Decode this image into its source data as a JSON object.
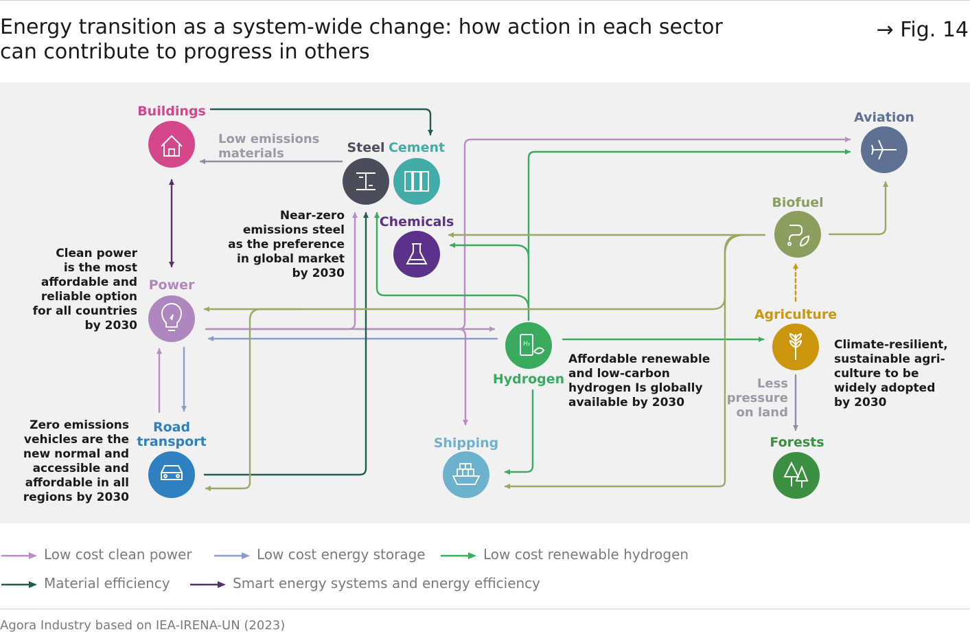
{
  "header": {
    "title_line1": "Energy transition as a system-wide change: how action in each sector",
    "title_line2": "can contribute to progress in others",
    "figure_ref": "→ Fig. 14"
  },
  "nodes": {
    "buildings": "Buildings",
    "steel": "Steel",
    "cement": "Cement",
    "chemicals": "Chemicals",
    "power": "Power",
    "road_transport_line1": "Road",
    "road_transport_line2": "transport",
    "hydrogen": "Hydrogen",
    "shipping": "Shipping",
    "aviation": "Aviation",
    "biofuel": "Biofuel",
    "agriculture": "Agriculture",
    "forests": "Forests"
  },
  "edge_labels": {
    "low_emissions_line1": "Low emissions",
    "low_emissions_line2": "materials",
    "less_pressure_line1": "Less",
    "less_pressure_line2": "pressure",
    "less_pressure_line3": "on land"
  },
  "notes": {
    "clean_power": [
      "Clean power",
      "is the most",
      "affordable and",
      "reliable option",
      "for all countries",
      "by 2030"
    ],
    "steel": [
      "Near-zero",
      "emissions steel",
      "as the preference",
      "in global market",
      "by 2030"
    ],
    "vehicles": [
      "Zero emissions",
      "vehicles are the",
      "new normal and",
      "accessible and",
      "affordable in all",
      "regions by 2030"
    ],
    "hydrogen": [
      "Affordable renewable",
      "and low-carbon",
      "hydrogen Is globally",
      "available by 2030"
    ],
    "agriculture": [
      "Climate-resilient,",
      "sustainable agri-",
      "culture to be",
      "widely adopted",
      "by 2030"
    ]
  },
  "legend": [
    {
      "label": "Low cost clean power",
      "color": "#b98cc4"
    },
    {
      "label": "Low cost energy storage",
      "color": "#8a9bcb"
    },
    {
      "label": "Low cost renewable hydrogen",
      "color": "#3aaa5e"
    },
    {
      "label": "Material efficiency",
      "color": "#1c5e52"
    },
    {
      "label": "Smart energy systems and energy efficiency",
      "color": "#5a2d6e"
    }
  ],
  "colors": {
    "buildings": "#d4478a",
    "steel": "#4b4e5a",
    "cement": "#43aca8",
    "chemicals": "#5b3189",
    "power": "#ad87bd",
    "road_transport": "#2e80c0",
    "hydrogen": "#3aaa5e",
    "shipping": "#6cb2cc",
    "aviation": "#5e7193",
    "biofuel": "#8c9e5e",
    "agriculture": "#c9960e",
    "forests": "#3a8f40",
    "low_emissions_arrow": "#8e8e9e",
    "bioenergy_arrow": "#99a862"
  },
  "icons": {
    "buildings": "house-icon",
    "steel": "steel-beam-icon",
    "cement": "cement-silo-icon",
    "chemicals": "flask-icon",
    "power": "lightbulb-icon",
    "road_transport": "car-icon",
    "hydrogen": "hydrogen-tank-icon",
    "shipping": "container-ship-icon",
    "aviation": "airplane-icon",
    "biofuel": "biofuel-leaf-icon",
    "agriculture": "wheat-icon",
    "forests": "pine-trees-icon"
  },
  "source": "Agora Industry based on IEA-IRENA-UN (2023)"
}
